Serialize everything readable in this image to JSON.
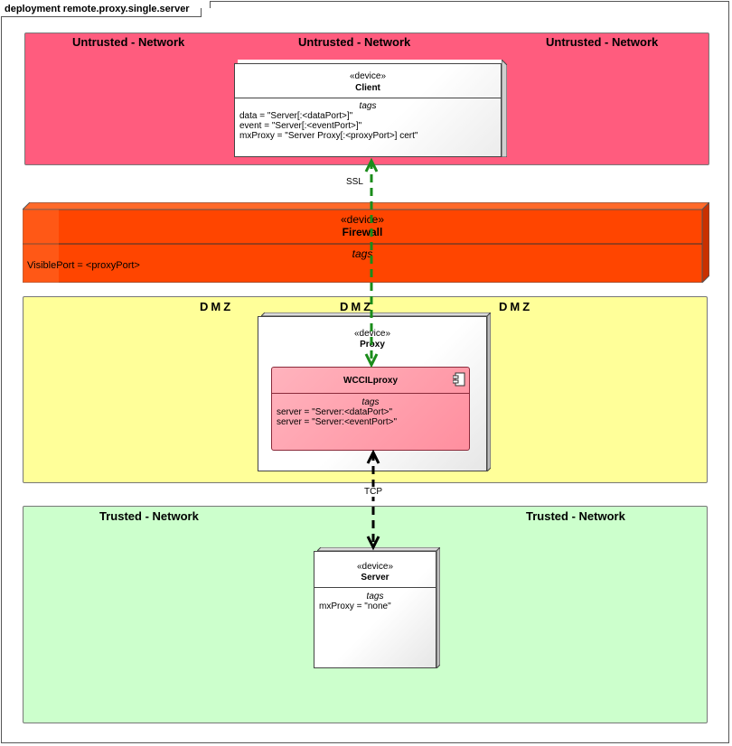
{
  "diagram_title": "deployment remote.proxy.single.server",
  "zones": {
    "untrusted": {
      "labels": [
        "Untrusted - Network",
        "Untrusted - Network",
        "Untrusted - Network"
      ]
    },
    "dmz": {
      "labels": [
        "DMZ",
        "DMZ",
        "DMZ"
      ]
    },
    "trusted": {
      "labels": [
        "Trusted - Network",
        "Trusted - Network"
      ]
    }
  },
  "client": {
    "stereotype": "«device»",
    "name": "Client",
    "tags_label": "tags",
    "tags": [
      "data = \"Server[:<dataPort>]\"",
      "event = \"Server[:<eventPort>]\"",
      "mxProxy = \"Server Proxy[:<proxyPort>] cert\""
    ]
  },
  "firewall": {
    "stereotype": "«device»",
    "name": "Firewall",
    "tags_label": "tags",
    "tags": [
      "VisiblePort = <proxyPort>"
    ]
  },
  "proxy": {
    "stereotype": "«device»",
    "name": "Proxy",
    "component": {
      "name": "WCCILproxy",
      "tags_label": "tags",
      "tags": [
        "server = \"Server:<dataPort>\"",
        "server = \"Server:<eventPort>\""
      ]
    }
  },
  "server": {
    "stereotype": "«device»",
    "name": "Server",
    "tags_label": "tags",
    "tags": [
      "mxProxy = \"none\""
    ]
  },
  "connections": {
    "ssl_label": "SSL",
    "tcp_label": "TCP"
  },
  "colors": {
    "untrusted_fill": "#ff5c7e",
    "firewall_fill": "#ff4500",
    "firewall_side": "#c93000",
    "dmz_fill": "#ffff99",
    "trusted_fill": "#ccffcc",
    "component_fill": "#ff9aa8",
    "ssl_line": "#1a8c1a",
    "tcp_line": "#000000"
  },
  "icons": [
    "component-icon"
  ]
}
